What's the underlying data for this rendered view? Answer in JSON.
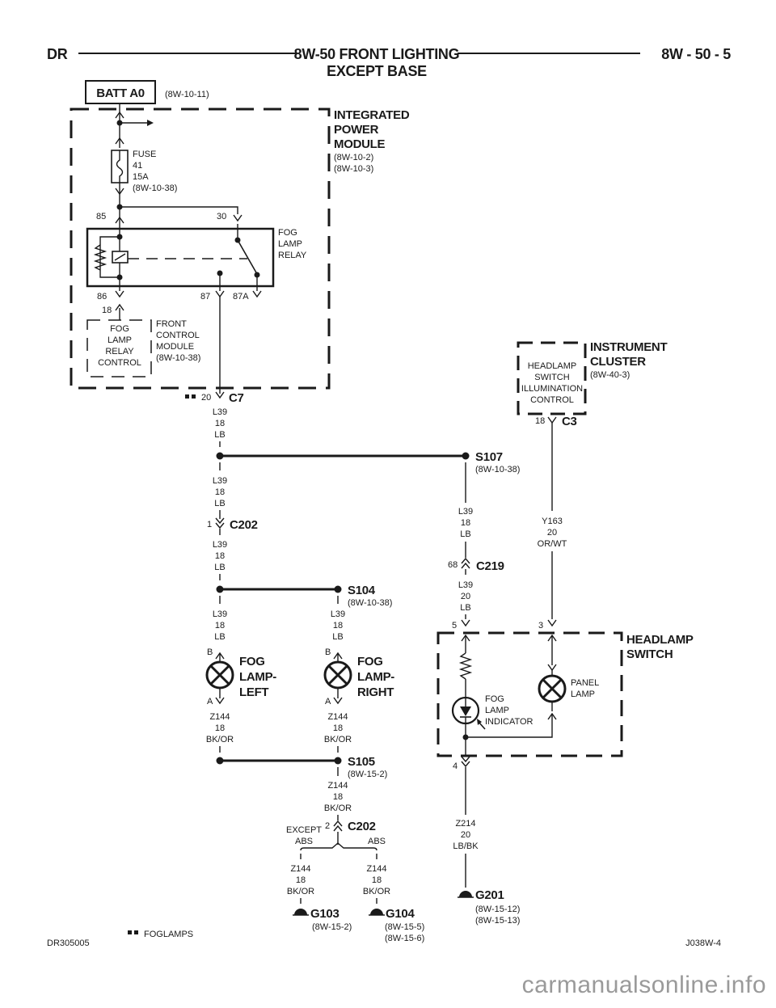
{
  "header": {
    "left": "DR",
    "title_line1": "8W-50 FRONT LIGHTING",
    "title_line2": "EXCEPT BASE",
    "page": "8W - 50 - 5"
  },
  "batt": {
    "label": "BATT A0",
    "ref": "(8W-10-11)"
  },
  "ipm": {
    "title": [
      "INTEGRATED",
      "POWER",
      "MODULE"
    ],
    "refs": [
      "(8W-10-2)",
      "(8W-10-3)"
    ]
  },
  "fuse": {
    "lines": [
      "FUSE",
      "41",
      "15A",
      "(8W-10-38)"
    ]
  },
  "relay": {
    "label": [
      "FOG",
      "LAMP",
      "RELAY"
    ],
    "pins": {
      "p85": "85",
      "p30": "30",
      "p86": "86",
      "p87": "87",
      "p87a": "87A"
    },
    "gauge_86": "18"
  },
  "fog_relay_control": {
    "lines": [
      "FOG",
      "LAMP",
      "RELAY",
      "CONTROL"
    ]
  },
  "fcm": {
    "lines": [
      "FRONT",
      "CONTROL",
      "MODULE",
      "(8W-10-38)"
    ]
  },
  "c7": {
    "name": "C7",
    "pin": "20"
  },
  "wires": {
    "w_c7": [
      "L39",
      "18",
      "LB"
    ],
    "w_s107_below": [
      "L39",
      "18",
      "LB"
    ],
    "w_c202_below": [
      "L39",
      "18",
      "LB"
    ],
    "w_left_lamp": [
      "L39",
      "18",
      "LB"
    ],
    "w_right_lamp": [
      "L39",
      "18",
      "LB"
    ],
    "w_s107_c219": [
      "L39",
      "18",
      "LB"
    ],
    "w_c219_switch": [
      "L39",
      "20",
      "LB"
    ],
    "w_y163": [
      "Y163",
      "20",
      "OR/WT"
    ],
    "w_left_ground": [
      "Z144",
      "18",
      "BK/OR"
    ],
    "w_right_ground": [
      "Z144",
      "18",
      "BK/OR"
    ],
    "w_s105_c202": [
      "Z144",
      "18",
      "BK/OR"
    ],
    "w_g103": [
      "Z144",
      "18",
      "BK/OR"
    ],
    "w_g104": [
      "Z144",
      "18",
      "BK/OR"
    ],
    "w_z214": [
      "Z214",
      "20",
      "LB/BK"
    ]
  },
  "instrument_cluster": {
    "title": [
      "INSTRUMENT",
      "CLUSTER"
    ],
    "ref": "(8W-40-3)",
    "box": [
      "HEADLAMP",
      "SWITCH",
      "ILLUMINATION",
      "CONTROL"
    ],
    "connector": "C3",
    "pin": "18"
  },
  "splices": {
    "s107": {
      "name": "S107",
      "ref": "(8W-10-38)"
    },
    "s104": {
      "name": "S104",
      "ref": "(8W-10-38)"
    },
    "s105": {
      "name": "S105",
      "ref": "(8W-15-2)"
    }
  },
  "c202_top": {
    "name": "C202",
    "pin": "1"
  },
  "c202_bottom": {
    "name": "C202",
    "pin": "2"
  },
  "c219": {
    "name": "C219",
    "pin": "68"
  },
  "fog_lamp_left": {
    "title": [
      "FOG",
      "LAMP-",
      "LEFT"
    ],
    "pin_top": "B",
    "pin_bottom": "A"
  },
  "fog_lamp_right": {
    "title": [
      "FOG",
      "LAMP-",
      "RIGHT"
    ],
    "pin_top": "B",
    "pin_bottom": "A"
  },
  "headlamp_switch": {
    "title": [
      "HEADLAMP",
      "SWITCH"
    ],
    "pin5": "5",
    "pin3": "3",
    "pin4": "4",
    "indicator": [
      "FOG",
      "LAMP",
      "INDICATOR"
    ],
    "panel_lamp": [
      "PANEL",
      "LAMP"
    ]
  },
  "branch": {
    "except_abs": [
      "EXCEPT",
      "ABS"
    ],
    "abs": "ABS"
  },
  "grounds": {
    "g103": {
      "name": "G103",
      "refs": [
        "(8W-15-2)"
      ]
    },
    "g104": {
      "name": "G104",
      "refs": [
        "(8W-15-5)",
        "(8W-15-6)"
      ]
    },
    "g201": {
      "name": "G201",
      "refs": [
        "(8W-15-12)",
        "(8W-15-13)"
      ]
    }
  },
  "footer": {
    "left": "DR305005",
    "legend": "FOGLAMPS",
    "right": "J038W-4"
  },
  "watermark": "carmanualsonline.info",
  "colors": {
    "line": "#1a1a1a",
    "watermark": "#9a9a9a",
    "background": "#ffffff"
  }
}
